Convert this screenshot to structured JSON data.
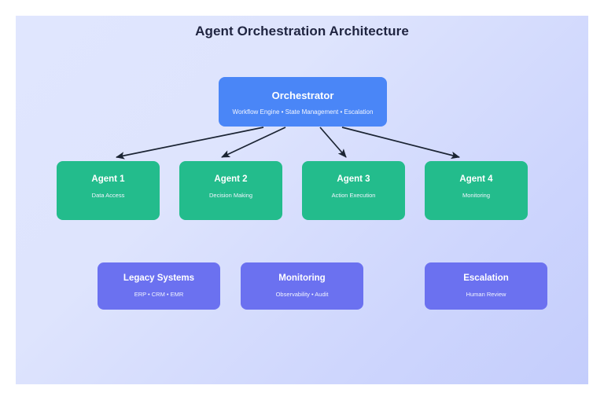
{
  "diagram": {
    "title": "Agent Orchestration Architecture",
    "background_top_color": "#e0e6fe",
    "background_bottom_color": "#c4cdfc",
    "page_background": "#ffffff"
  },
  "orchestrator": {
    "title": "Orchestrator",
    "subtitle": "Workflow Engine • State Management • Escalation",
    "color": "#4a86f7"
  },
  "agents": {
    "color": "#23bc8c",
    "items": [
      {
        "title": "Agent 1",
        "subtitle": "Data Access"
      },
      {
        "title": "Agent 2",
        "subtitle": "Decision Making"
      },
      {
        "title": "Agent 3",
        "subtitle": "Action Execution"
      },
      {
        "title": "Agent 4",
        "subtitle": "Monitoring"
      }
    ]
  },
  "support": {
    "color": "#6b71f0",
    "items": [
      {
        "title": "Legacy Systems",
        "subtitle": "ERP • CRM • EMR"
      },
      {
        "title": "Monitoring",
        "subtitle": "Observability • Audit"
      },
      {
        "title": "Escalation",
        "subtitle": "Human Review"
      }
    ]
  },
  "connectors": {
    "color": "#1b2433",
    "count": 4,
    "from": "orchestrator",
    "to": [
      "Agent 1",
      "Agent 2",
      "Agent 3",
      "Agent 4"
    ]
  }
}
